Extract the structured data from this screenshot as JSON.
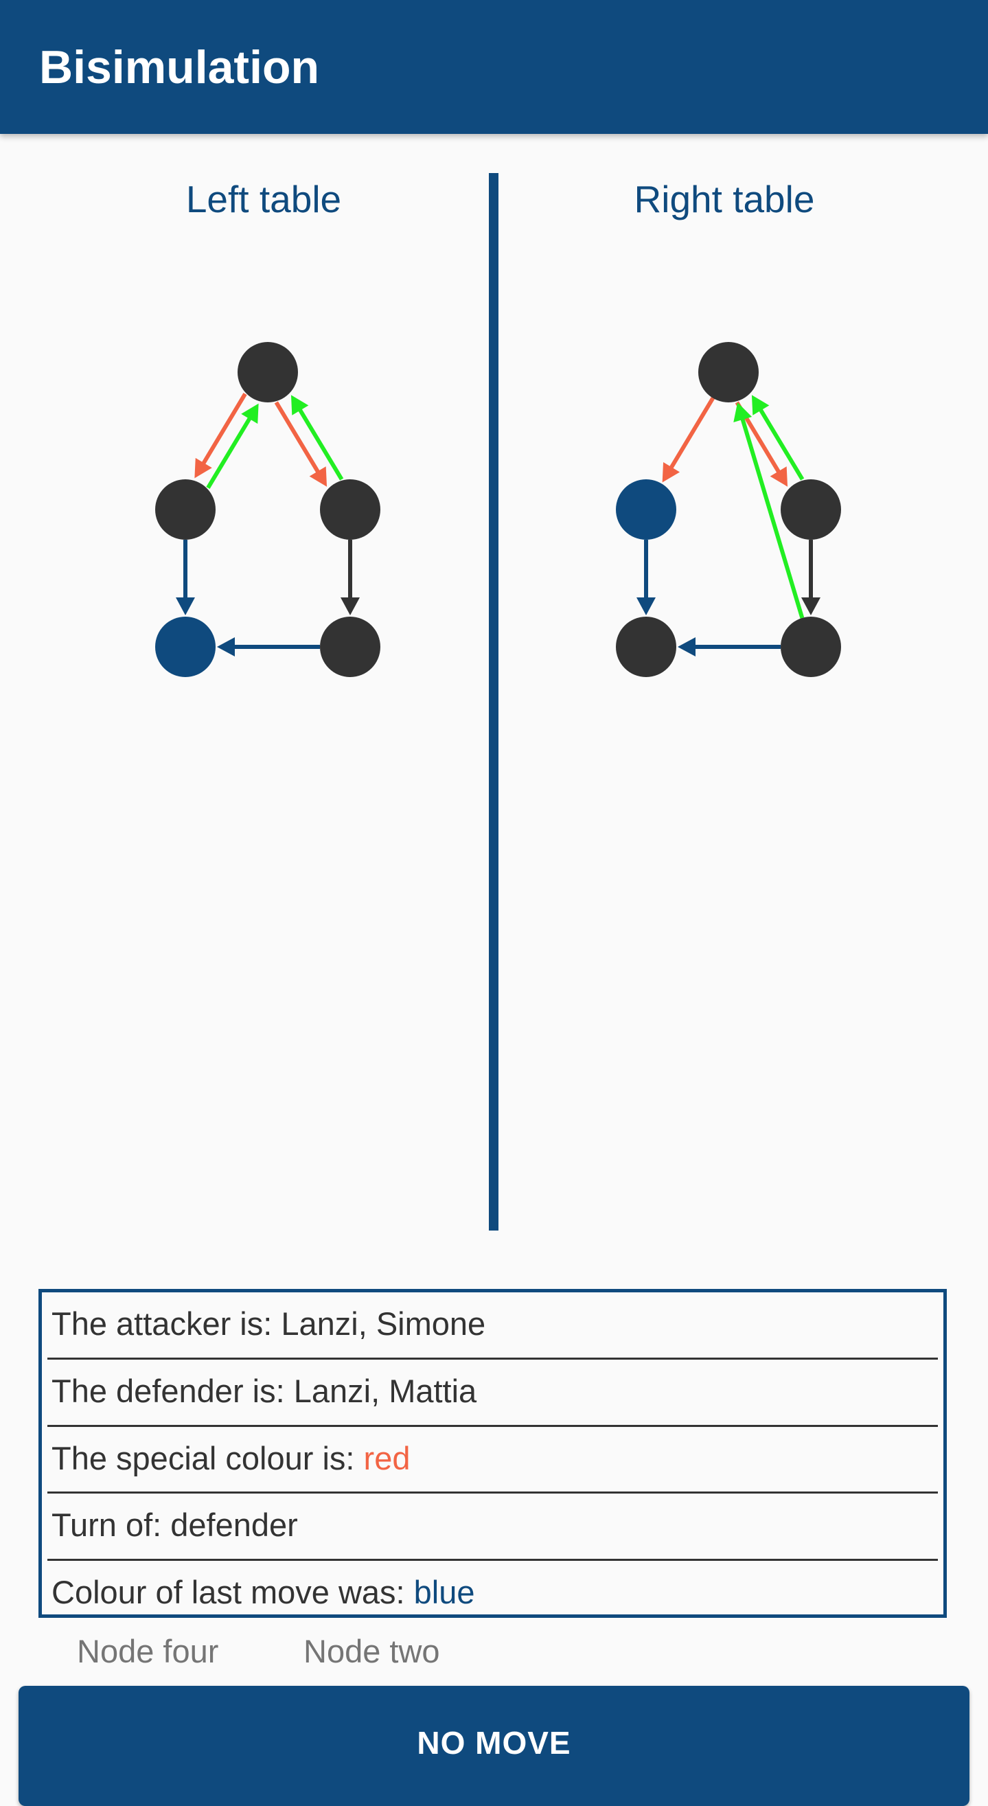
{
  "app_bar": {
    "title": "Bisimulation"
  },
  "tables": {
    "left": {
      "title": "Left table"
    },
    "right": {
      "title": "Right table"
    }
  },
  "colors": {
    "primary": "#0f4a7e",
    "node_default": "#333333",
    "node_selected": "#0f4a7e",
    "edge_red": "#f26444",
    "edge_green": "#22ee22",
    "edge_blue": "#0f4a7e",
    "edge_black": "#333333"
  },
  "graphs": {
    "left": {
      "nodes": [
        {
          "id": "node-one",
          "selected": false
        },
        {
          "id": "node-two",
          "selected": false
        },
        {
          "id": "node-three",
          "selected": false
        },
        {
          "id": "node-four",
          "selected": true
        },
        {
          "id": "node-five",
          "selected": false
        }
      ],
      "edges": [
        {
          "from": "node-one",
          "to": "node-two",
          "colour": "red"
        },
        {
          "from": "node-one",
          "to": "node-three",
          "colour": "red"
        },
        {
          "from": "node-two",
          "to": "node-one",
          "colour": "green"
        },
        {
          "from": "node-three",
          "to": "node-one",
          "colour": "green"
        },
        {
          "from": "node-two",
          "to": "node-four",
          "colour": "blue"
        },
        {
          "from": "node-three",
          "to": "node-five",
          "colour": "black"
        },
        {
          "from": "node-five",
          "to": "node-four",
          "colour": "blue"
        }
      ]
    },
    "right": {
      "nodes": [
        {
          "id": "node-one",
          "selected": false
        },
        {
          "id": "node-two",
          "selected": true
        },
        {
          "id": "node-three",
          "selected": false
        },
        {
          "id": "node-four",
          "selected": false
        },
        {
          "id": "node-five",
          "selected": false
        }
      ],
      "edges": [
        {
          "from": "node-one",
          "to": "node-two",
          "colour": "red"
        },
        {
          "from": "node-one",
          "to": "node-three",
          "colour": "red"
        },
        {
          "from": "node-three",
          "to": "node-one",
          "colour": "green"
        },
        {
          "from": "node-five",
          "to": "node-one",
          "colour": "green"
        },
        {
          "from": "node-two",
          "to": "node-four",
          "colour": "blue"
        },
        {
          "from": "node-three",
          "to": "node-five",
          "colour": "black"
        },
        {
          "from": "node-five",
          "to": "node-four",
          "colour": "blue"
        }
      ]
    }
  },
  "info": {
    "attacker_label": "The attacker is: ",
    "attacker_value": "Lanzi, Simone",
    "defender_label": "The defender is: ",
    "defender_value": "Lanzi, Mattia",
    "special_label": "The special colour is: ",
    "special_value": "red",
    "turn_label": "Turn of: ",
    "turn_value": "defender",
    "last_move_label": "Colour of last move was: ",
    "last_move_value": "blue"
  },
  "chosen": {
    "left": "Node four",
    "right": "Node two"
  },
  "action": {
    "no_move_label": "NO MOVE"
  }
}
